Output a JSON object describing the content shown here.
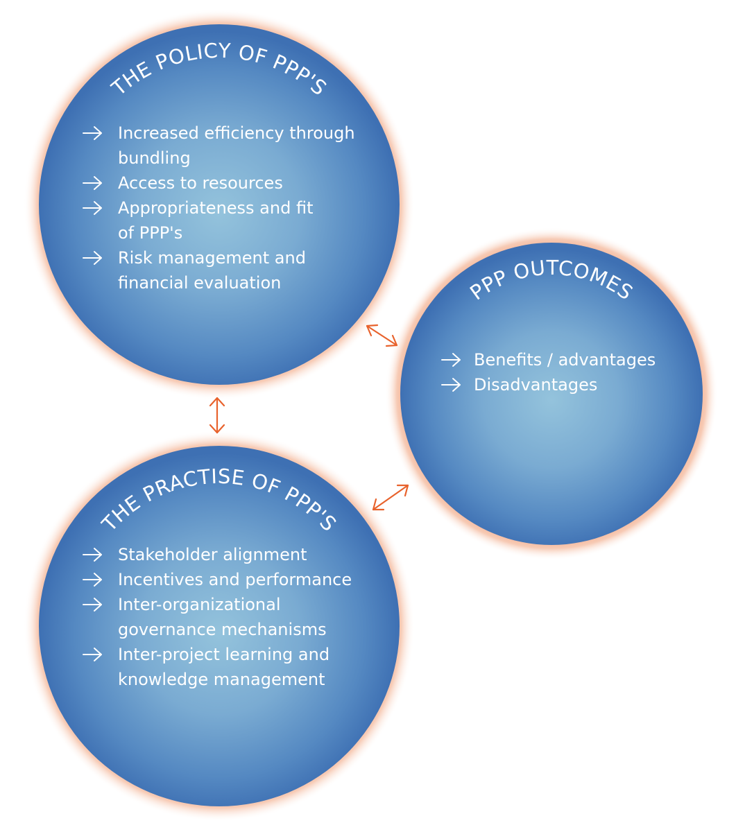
{
  "diagram": {
    "colors": {
      "circle_center": "#8fc0da",
      "circle_edge": "#3f72b4",
      "halo": "#f2b596",
      "connector": "#e8622c",
      "text": "#ffffff"
    },
    "circles": [
      {
        "id": "policy",
        "title": "THE POLICY OF PPP'S",
        "items": [
          [
            "Increased efficiency through",
            "bundling"
          ],
          [
            "Access to resources"
          ],
          [
            "Appropriateness and fit",
            "of PPP's"
          ],
          [
            "Risk management and",
            "financial evaluation"
          ]
        ]
      },
      {
        "id": "outcomes",
        "title": "PPP OUTCOMES",
        "items": [
          [
            "Benefits / advantages"
          ],
          [
            "Disadvantages"
          ]
        ]
      },
      {
        "id": "practise",
        "title": "THE PRACTISE OF PPP'S",
        "items": [
          [
            "Stakeholder alignment"
          ],
          [
            "Incentives and performance"
          ],
          [
            "Inter-organizational",
            "governance mechanisms"
          ],
          [
            "Inter-project learning and",
            "knowledge management"
          ]
        ]
      }
    ],
    "connectors": [
      {
        "from": "policy",
        "to": "practise",
        "type": "bidirectional-arrow"
      },
      {
        "from": "policy",
        "to": "outcomes",
        "type": "bidirectional-arrow"
      },
      {
        "from": "practise",
        "to": "outcomes",
        "type": "bidirectional-arrow"
      }
    ],
    "bullet_icon": "right-arrow-icon"
  }
}
